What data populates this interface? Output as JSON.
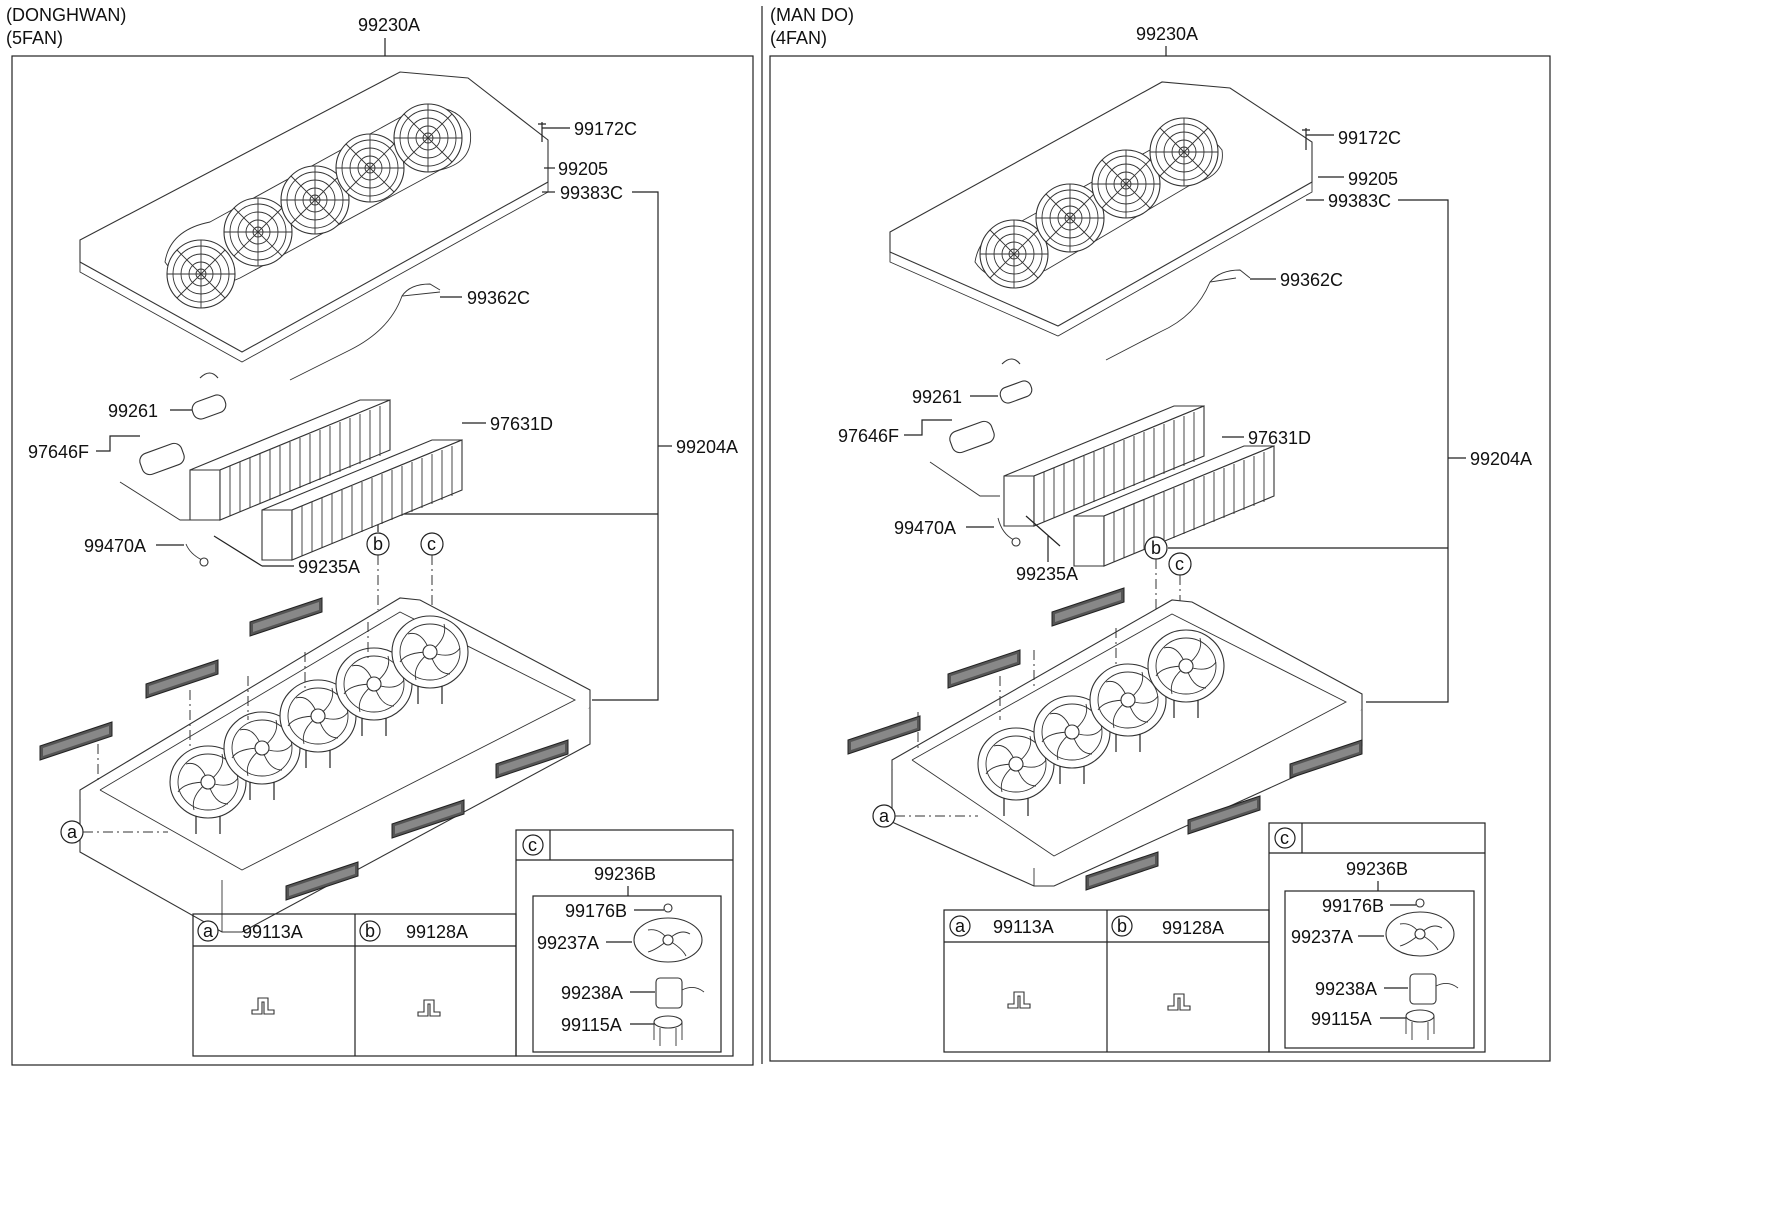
{
  "panels": [
    {
      "header_line1": "(DONGHWAN)",
      "header_line2": "(5FAN)",
      "top_part": "99230A",
      "labels": {
        "bolt": "99172C",
        "washer": "99205",
        "cover_outer": "99383C",
        "tube": "99362C",
        "receiver": "99261",
        "expansion_valve": "97646F",
        "condenser_core": "97631D",
        "assembly": "99204A",
        "sensor": "99470A",
        "pipe": "99235A"
      },
      "callouts": {
        "a": "a",
        "b": "b",
        "c": "c"
      },
      "detail_table": {
        "a_circle": "a",
        "a_part": "99113A",
        "b_circle": "b",
        "b_part": "99128A",
        "c_circle": "c",
        "c_part": "99236B",
        "fan_nut": "99176B",
        "fan_blade": "99237A",
        "fan_motor": "99238A",
        "fan_bracket": "99115A"
      }
    },
    {
      "header_line1": "(MAN DO)",
      "header_line2": "(4FAN)",
      "top_part": "99230A",
      "labels": {
        "bolt": "99172C",
        "washer": "99205",
        "cover_outer": "99383C",
        "tube": "99362C",
        "receiver": "99261",
        "expansion_valve": "97646F",
        "condenser_core": "97631D",
        "assembly": "99204A",
        "sensor": "99470A",
        "pipe": "99235A"
      },
      "callouts": {
        "a": "a",
        "b": "b",
        "c": "c"
      },
      "detail_table": {
        "a_circle": "a",
        "a_part": "99113A",
        "b_circle": "b",
        "b_part": "99128A",
        "c_circle": "c",
        "c_part": "99236B",
        "fan_nut": "99176B",
        "fan_blade": "99237A",
        "fan_motor": "99238A",
        "fan_bracket": "99115A"
      }
    }
  ]
}
